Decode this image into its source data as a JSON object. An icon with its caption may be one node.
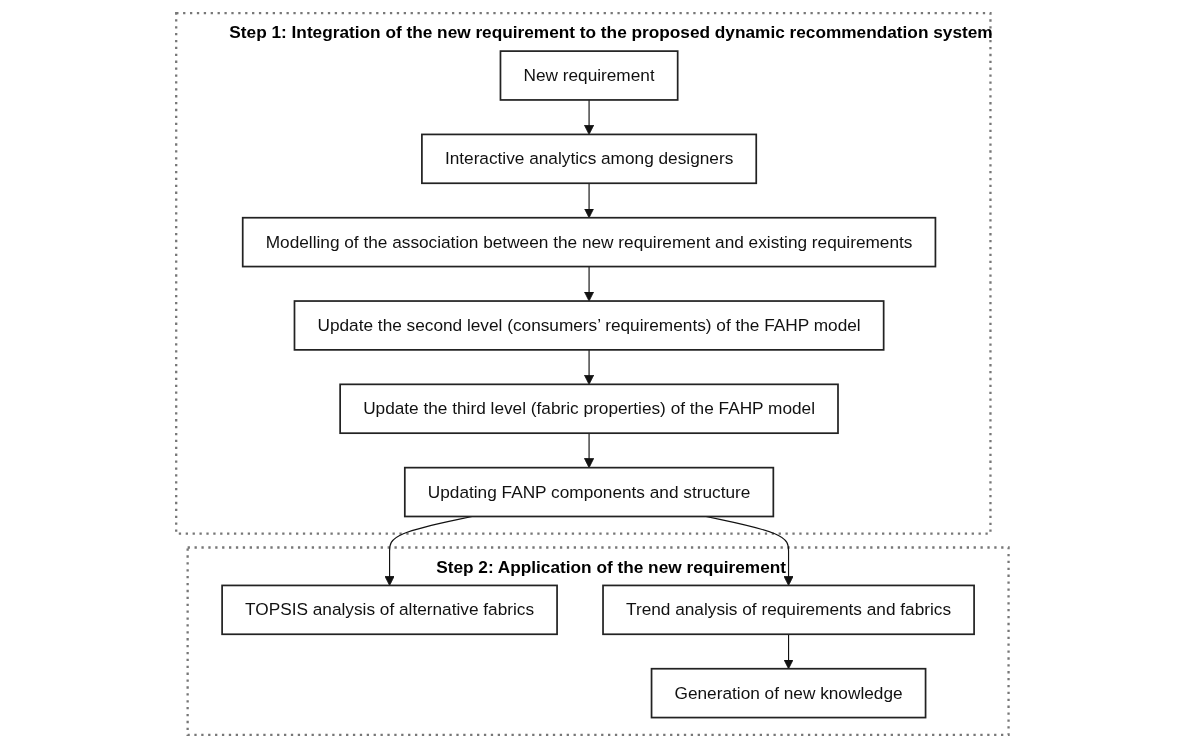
{
  "diagram": {
    "nodes": [
      {
        "text": [
          "Step 1: Integration of the new requirement to the proposed dynamic recommendation system"
        ]
      },
      {
        "text": [
          "New requirement"
        ],
        "in": 0
      },
      {
        "text": [
          "Interactive analytics among designers"
        ],
        "in": 0
      },
      {
        "text": [
          "Modelling of the association between the new requirement and existing requirements"
        ],
        "in": 0
      },
      {
        "text": [
          "Update the second level (consumers’ requirements) of the FAHP model"
        ],
        "in": 0
      },
      {
        "text": [
          "Update the third level (fabric properties) of the FAHP model"
        ],
        "in": 0
      },
      {
        "text": [
          "Updating FANP components and structure"
        ],
        "in": 0
      },
      {
        "text": [
          "Step 2: Application of the new requirement"
        ]
      },
      {
        "text": [
          "TOPSIS analysis of alternative fabrics"
        ],
        "in": 7
      },
      {
        "text": [
          "Trend analysis of requirements and fabrics"
        ],
        "in": 7
      },
      {
        "text": [
          "Generation of new knowledge"
        ],
        "in": 7
      }
    ],
    "edges": [
      {
        "from": 1,
        "to": 2,
        "arrow": "to"
      },
      {
        "from": 2,
        "to": 3,
        "arrow": "to"
      },
      {
        "from": 3,
        "to": 4,
        "arrow": "to"
      },
      {
        "from": 4,
        "to": 5,
        "arrow": "to"
      },
      {
        "from": 5,
        "to": 6,
        "arrow": "to"
      },
      {
        "from": 6,
        "to": 8,
        "arrow": "to"
      },
      {
        "from": 6,
        "to": 9,
        "arrow": "to"
      },
      {
        "from": 9,
        "to": 10,
        "arrow": "to"
      }
    ]
  }
}
